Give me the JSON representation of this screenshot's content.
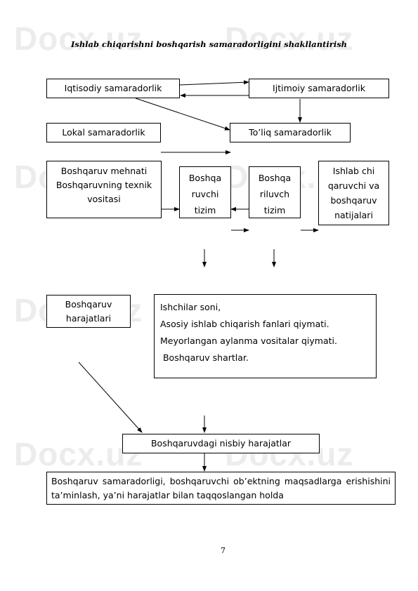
{
  "watermark": "Docx.uz",
  "title": "Ishlab chiqarishni boshqarish samaradorligini shakllantirish",
  "nodes": {
    "iqtisodiy": "Iqtisodiy samaradorlik",
    "ijtimoiy": "Ijtimoiy samaradorlik",
    "lokal": "Lokal samaradorlik",
    "toliq": "To’liq samaradorlik",
    "mehnat_line1": "Boshqaruv mehnati",
    "mehnat_line2": "Boshqaruvning texnik vositasi",
    "boshqaruvchi": [
      "Boshqa",
      "ruvchi",
      "tizim"
    ],
    "boshqariluvchi": [
      "Boshqa",
      "riluvch",
      "tizim"
    ],
    "natijalari": "Ishlab chi qaruvchi va boshqaruv natijalari",
    "harajatlari": "Boshqaruv harajatlari",
    "factors": [
      "Ishchilar soni,",
      "Asosiy ishlab chiqarish fanlari qiymati.",
      "Meyorlangan aylanma vositalar qiymati.",
      " Boshqaruv shartlar."
    ],
    "nisbiy": "Boshqaruvdagi nisbiy harajatlar",
    "definition": "Boshqaruv samaradorligi, boshqaruvchi ob’ektning maqsadlarga erishishini ta’minlash, ya’ni harajatlar bilan taqqoslangan holda"
  },
  "page_number": "7"
}
